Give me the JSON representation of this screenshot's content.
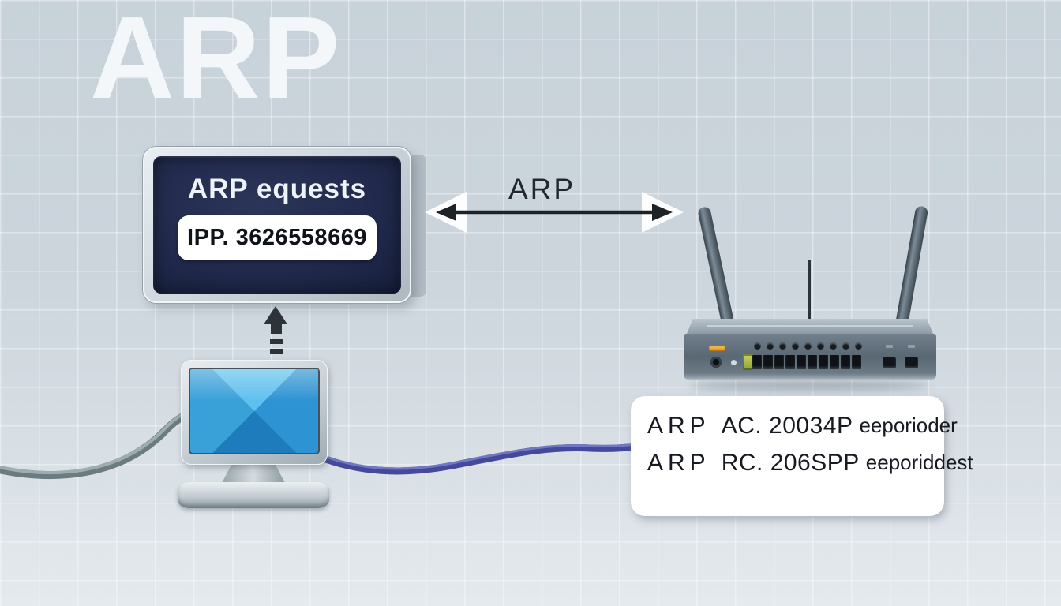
{
  "title": "ARP",
  "panel": {
    "heading": "ARP equests",
    "ip_label": "IPP. 3626558669"
  },
  "link": {
    "label": "ARP"
  },
  "infobox": {
    "lines": [
      {
        "protocol": "ARP",
        "code": "AC. 20034P",
        "note": "eeporioder"
      },
      {
        "protocol": "ARP",
        "code": "RC. 206SPP",
        "note": "eeporiddest"
      }
    ]
  },
  "router": {
    "lan_port_count": 10,
    "knob_count": 9
  },
  "colors": {
    "panel_screen_navy": "#2b3557",
    "monitor_blue": "#2e93d2",
    "cable_blue": "#44499a",
    "cable_gray": "#6b7b80",
    "arrow_dark": "#1d2227",
    "router_gray": "#5a6874",
    "port_orange": "#dd9420",
    "port_green": "#8ea032"
  }
}
